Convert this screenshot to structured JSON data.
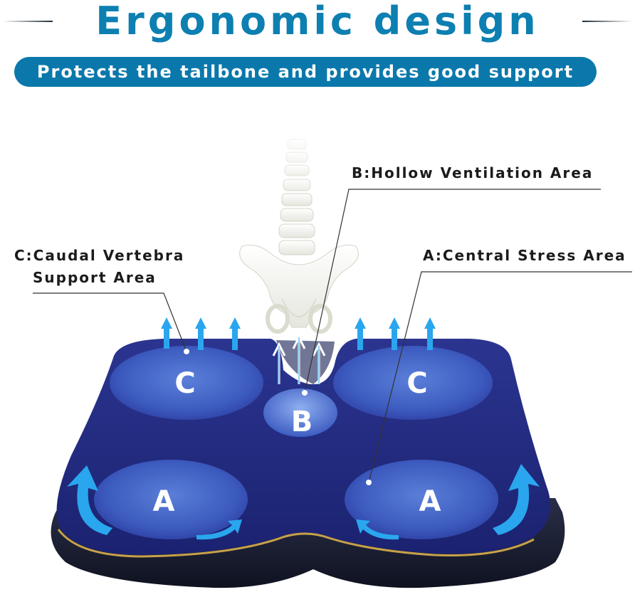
{
  "header": {
    "title": "Ergonomic design",
    "subtitle": "Protects the tailbone and provides good support"
  },
  "callouts": {
    "b_label": "B:Hollow Ventilation Area",
    "c_label_line1": "C:Caudal Vertebra",
    "c_label_line2": "Support Area",
    "a_label": "A:Central Stress Area"
  },
  "zones": {
    "c_left": "C",
    "c_right": "C",
    "b_center": "B",
    "a_left": "A",
    "a_right": "A"
  },
  "colors": {
    "title_blue": "#0d7fb1",
    "banner_blue": "#0b78ab",
    "cushion_navy": "#1d2576",
    "arrow_blue": "#2aa6ee",
    "zone_blue": "#4a6fd0"
  },
  "icons": [
    "spine-pelvis-icon",
    "airflow-arrow-icon",
    "cushion-icon"
  ]
}
